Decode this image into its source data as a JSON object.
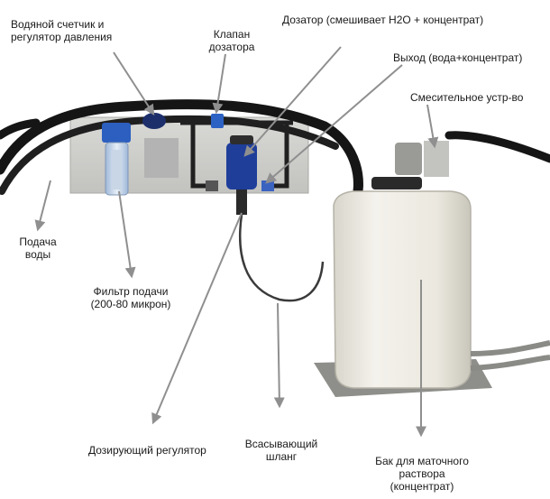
{
  "labels": {
    "water_meter": "Водяной счетчик и\nрегулятор давления",
    "valve": "Клапан\nдозатора",
    "dispenser": "Дозатор (смешивает H2O + концентрат)",
    "output": "Выход (вода+концентрат)",
    "mixer": "Смесительное устр-во",
    "water_supply": "Подача\nводы",
    "filter": "Фильтр подачи\n(200-80 микрон)",
    "dosing_regulator": "Дозирующий регулятор",
    "suction_hose": "Всасывающий\nшланг",
    "tank": "Бак для маточного\nраствора\n(концентрат)"
  },
  "colors": {
    "arrow": "#8f8f8f",
    "panel": "#cfcfcd",
    "hose": "#151515",
    "tank": "#e9e7df",
    "filter_blue": "#2c5fbf",
    "dispenser_blue": "#1e3e9a"
  }
}
